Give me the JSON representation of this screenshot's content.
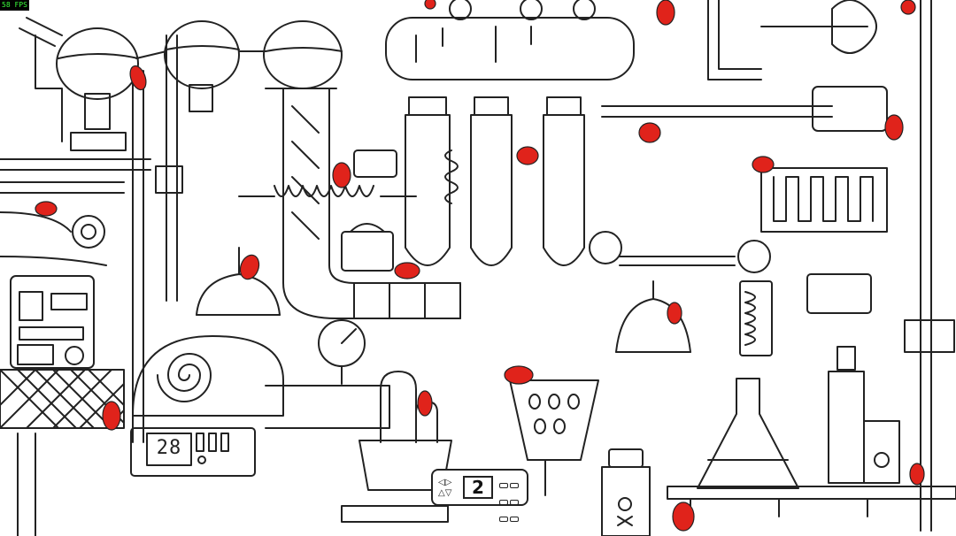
{
  "hud": {
    "fps_label": "58 FPS",
    "found_counter": "2",
    "device_display": "28"
  },
  "colors": {
    "line": "#222222",
    "rat": "#e0231b",
    "background": "#ffffff",
    "fps_text": "#3cff3c"
  },
  "scene": {
    "hidden_items": [
      {
        "name": "red-rat-1"
      },
      {
        "name": "red-rat-2"
      },
      {
        "name": "red-rat-3"
      },
      {
        "name": "red-rat-4"
      },
      {
        "name": "red-rat-5"
      },
      {
        "name": "red-rat-6"
      },
      {
        "name": "red-rat-7"
      },
      {
        "name": "red-rat-8"
      },
      {
        "name": "red-rat-9"
      },
      {
        "name": "red-rat-10"
      },
      {
        "name": "red-rat-11"
      },
      {
        "name": "red-rat-12"
      },
      {
        "name": "red-rat-13"
      },
      {
        "name": "red-rat-14"
      },
      {
        "name": "red-rat-15"
      },
      {
        "name": "red-rat-16"
      },
      {
        "name": "red-rat-17"
      },
      {
        "name": "red-rat-18"
      }
    ]
  }
}
